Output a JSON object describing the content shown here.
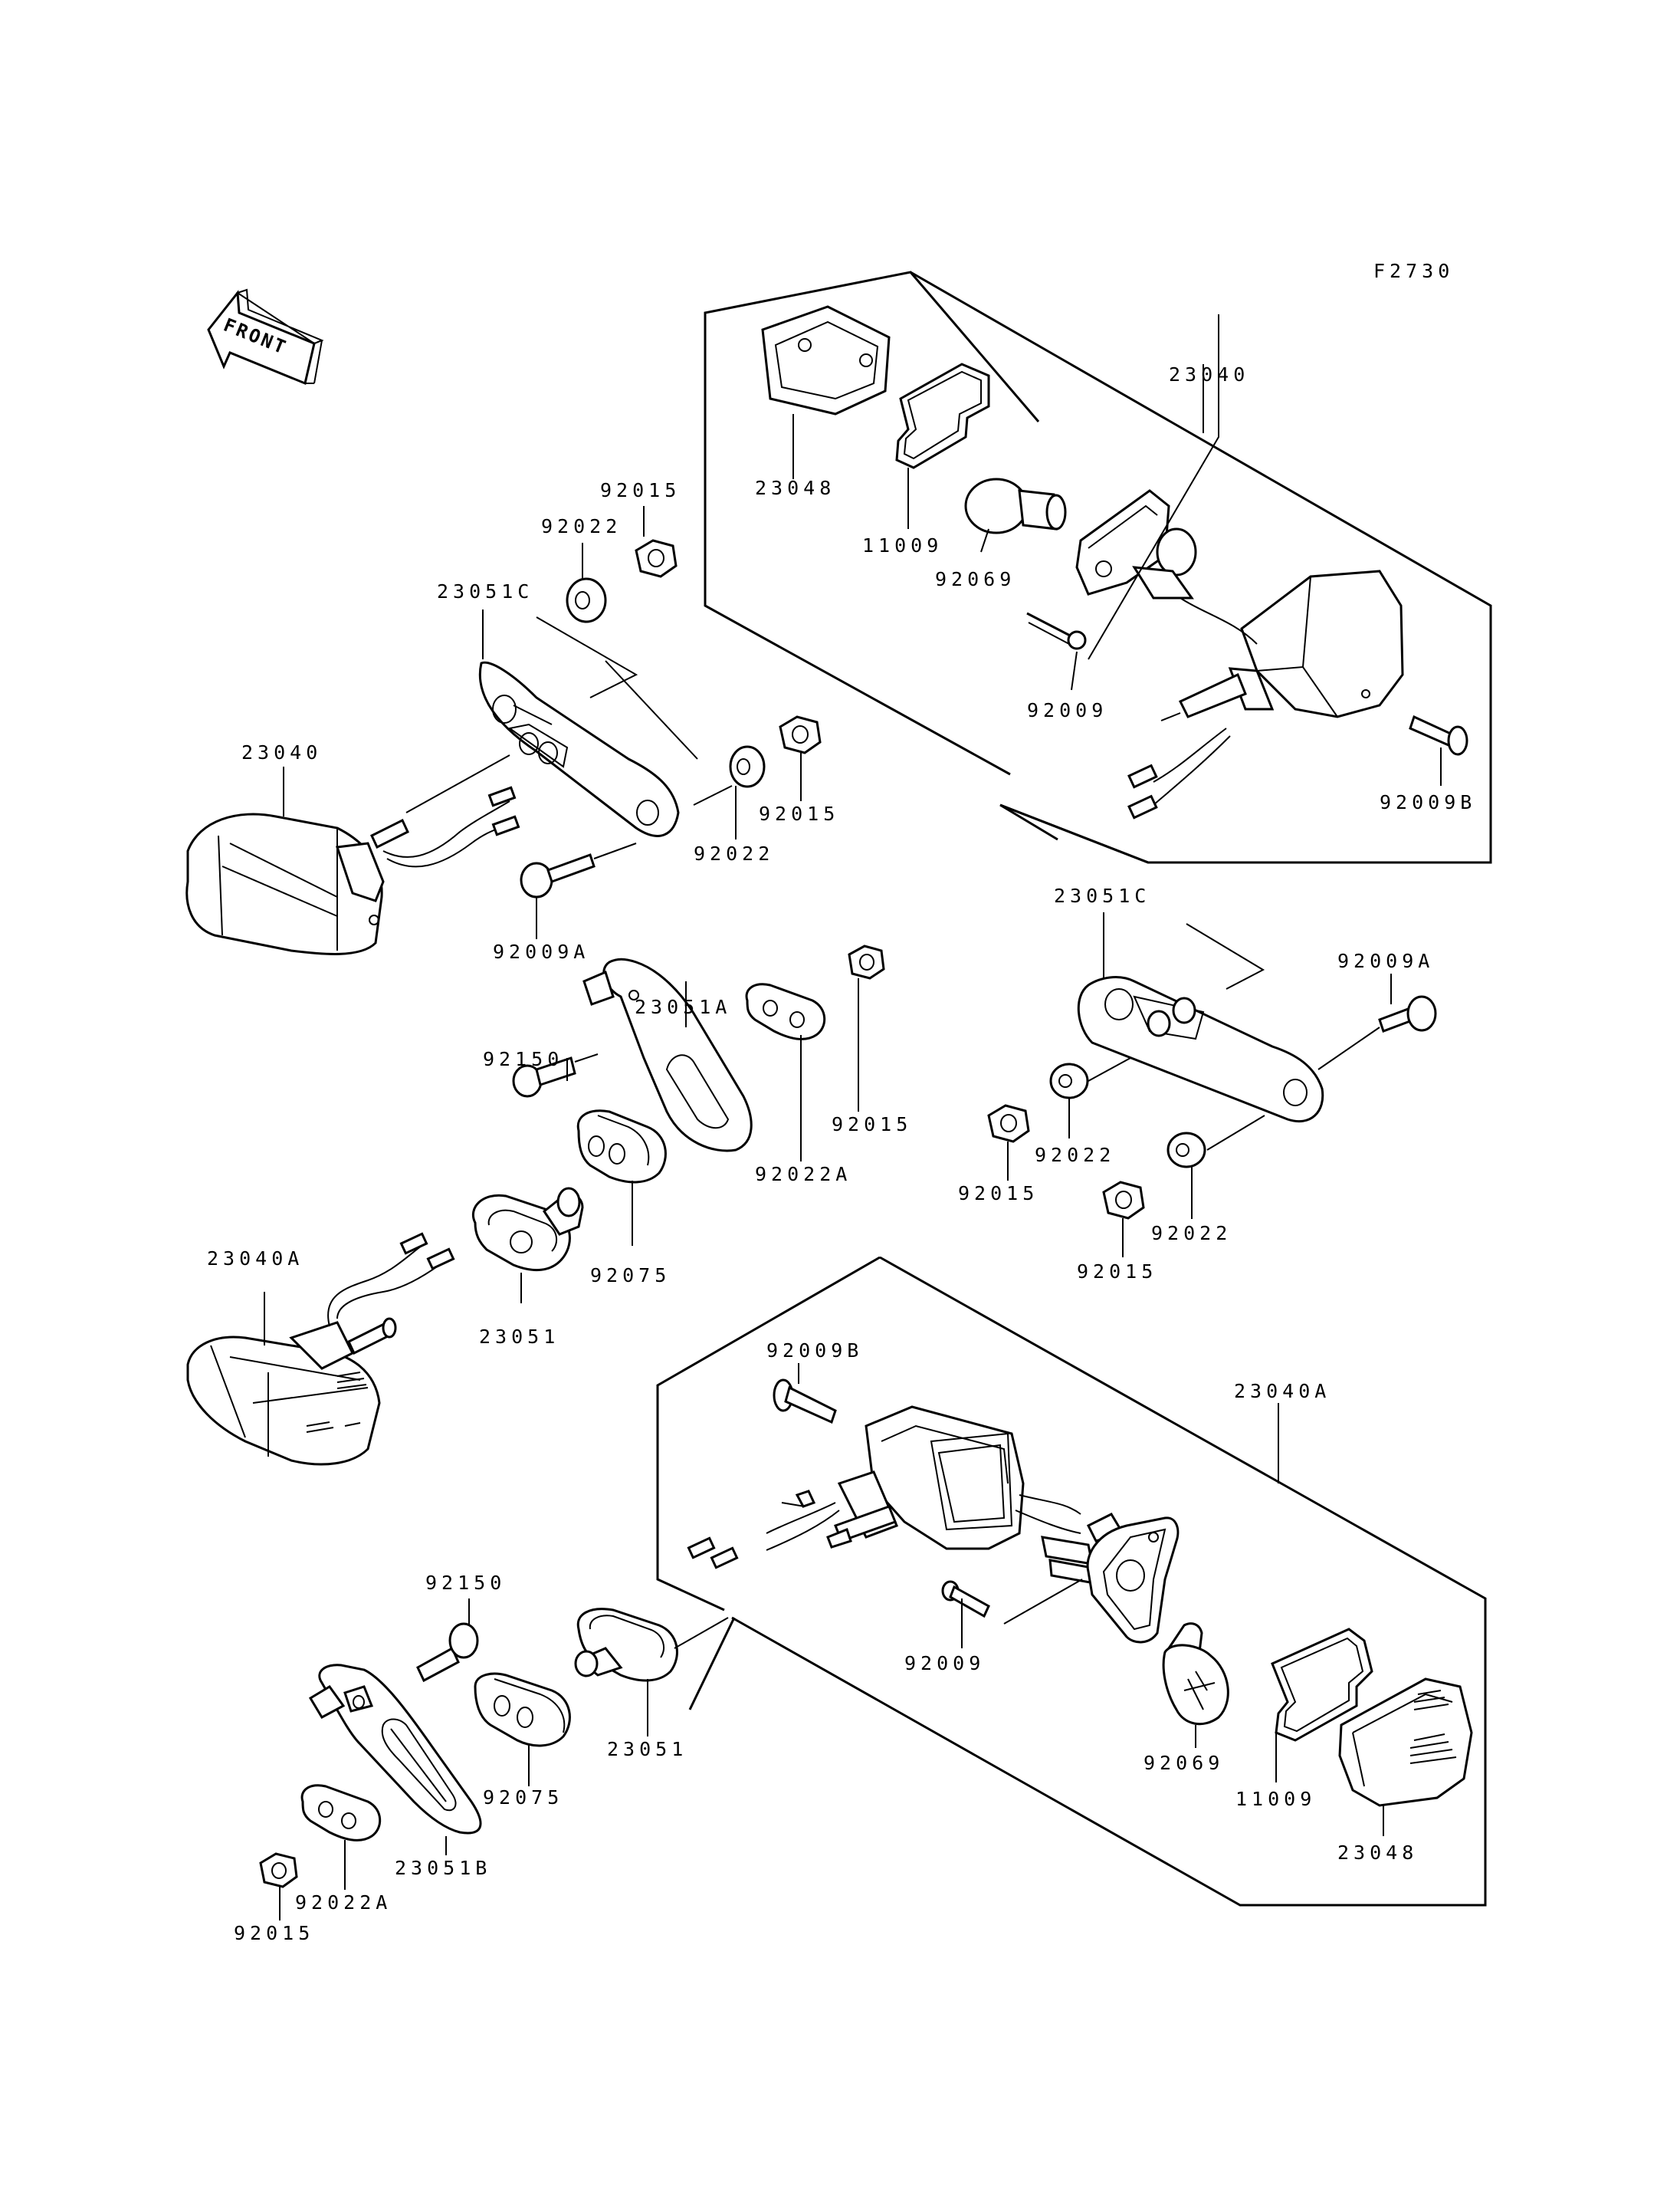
{
  "figure_code": "F2730",
  "front_label": "FRONT",
  "callouts": {
    "tr_23040": "23040",
    "tr_23048": "23048",
    "tr_11009": "11009",
    "tr_92069": "92069",
    "tr_92009": "92009",
    "tr_92009B": "92009B",
    "l_92015_top": "92015",
    "l_92022_top": "92022",
    "l_23051C": "23051C",
    "l_23040": "23040",
    "l_92015_mid": "92015",
    "l_92022_mid": "92022",
    "l_92009A": "92009A",
    "r_23051C": "23051C",
    "r_92009A": "92009A",
    "r_92022_a": "92022",
    "r_92015_a": "92015",
    "r_92022_b": "92022",
    "r_92015_b": "92015",
    "m_23051A": "23051A",
    "m_92150": "92150",
    "m_92015": "92015",
    "m_92022A": "92022A",
    "m_92075": "92075",
    "m_23051": "23051",
    "m_23040A": "23040A",
    "br_92009B": "92009B",
    "br_23040A": "23040A",
    "br_92009": "92009",
    "br_92069": "92069",
    "br_11009": "11009",
    "br_23048": "23048",
    "bl_92150": "92150",
    "bl_92075": "92075",
    "bl_23051": "23051",
    "bl_23051B": "23051B",
    "bl_92022A": "92022A",
    "bl_92015": "92015"
  }
}
